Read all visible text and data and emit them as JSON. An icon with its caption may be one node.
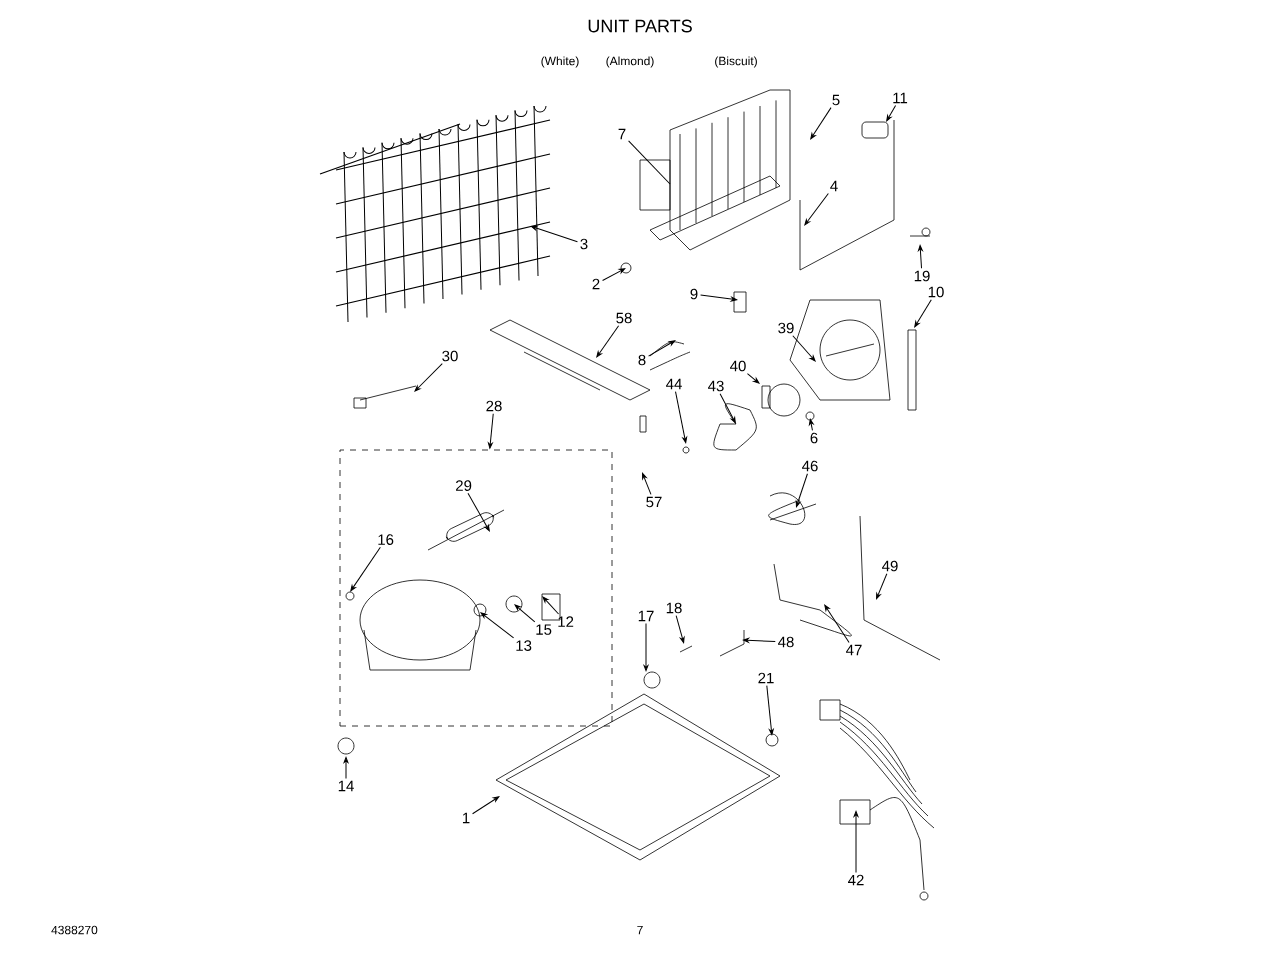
{
  "diagram": {
    "title": "UNIT PARTS",
    "nodes": [
      {
        "text": [
          "7"
        ]
      },
      {
        "text": [
          "5"
        ]
      },
      {
        "text": [
          "11"
        ]
      },
      {
        "text": [
          "4"
        ]
      },
      {
        "text": [
          "3"
        ]
      },
      {
        "text": [
          "2"
        ]
      },
      {
        "text": [
          "9"
        ]
      },
      {
        "text": [
          "19"
        ]
      },
      {
        "text": [
          "10"
        ]
      },
      {
        "text": [
          "58"
        ]
      },
      {
        "text": [
          "39"
        ]
      },
      {
        "text": [
          "8"
        ]
      },
      {
        "text": [
          "40"
        ]
      },
      {
        "text": [
          "43"
        ]
      },
      {
        "text": [
          "44"
        ]
      },
      {
        "text": [
          "30"
        ]
      },
      {
        "text": [
          "6"
        ]
      },
      {
        "text": [
          "28"
        ]
      },
      {
        "text": [],
        "shape": "box"
      },
      {
        "text": [
          "29"
        ],
        "in": 18
      },
      {
        "text": [
          "16"
        ],
        "in": 18
      },
      {
        "text": [
          "46"
        ]
      },
      {
        "text": [
          "57"
        ]
      },
      {
        "text": [
          "12"
        ],
        "in": 18
      },
      {
        "text": [
          "15"
        ],
        "in": 18
      },
      {
        "text": [
          "13"
        ],
        "in": 18
      },
      {
        "text": [
          "17"
        ]
      },
      {
        "text": [
          "18"
        ]
      },
      {
        "text": [
          "48"
        ]
      },
      {
        "text": [
          "47"
        ]
      },
      {
        "text": [
          "49"
        ]
      },
      {
        "text": [
          "21"
        ]
      },
      {
        "text": [
          "14"
        ]
      },
      {
        "text": [
          "1"
        ]
      },
      {
        "text": [
          "42"
        ]
      }
    ],
    "edges": [
      {
        "from": 0,
        "to": null,
        "arrow": "none"
      },
      {
        "from": 1,
        "to": null,
        "arrow": "to"
      },
      {
        "from": 2,
        "to": null,
        "arrow": "to"
      },
      {
        "from": 3,
        "to": null,
        "arrow": "to"
      },
      {
        "from": 4,
        "to": null,
        "arrow": "to"
      },
      {
        "from": 5,
        "to": null,
        "arrow": "to"
      },
      {
        "from": 6,
        "to": null,
        "arrow": "to"
      },
      {
        "from": 7,
        "to": null,
        "arrow": "to"
      },
      {
        "from": 8,
        "to": null,
        "arrow": "to"
      },
      {
        "from": 9,
        "to": null,
        "arrow": "to"
      },
      {
        "from": 10,
        "to": null,
        "arrow": "to"
      },
      {
        "from": 11,
        "to": null,
        "arrow": "to"
      },
      {
        "from": 12,
        "to": null,
        "arrow": "to"
      },
      {
        "from": 13,
        "to": null,
        "arrow": "to"
      },
      {
        "from": 14,
        "to": null,
        "arrow": "to"
      },
      {
        "from": 15,
        "to": null,
        "arrow": "to"
      },
      {
        "from": 16,
        "to": null,
        "arrow": "to"
      },
      {
        "from": 17,
        "to": 18,
        "arrow": "to"
      },
      {
        "from": 19,
        "to": null,
        "arrow": "to"
      },
      {
        "from": 20,
        "to": null,
        "arrow": "to"
      },
      {
        "from": 21,
        "to": null,
        "arrow": "to"
      },
      {
        "from": 22,
        "to": null,
        "arrow": "to"
      },
      {
        "from": 23,
        "to": null,
        "arrow": "to"
      },
      {
        "from": 24,
        "to": null,
        "arrow": "to"
      },
      {
        "from": 25,
        "to": null,
        "arrow": "to"
      },
      {
        "from": 26,
        "to": null,
        "arrow": "to"
      },
      {
        "from": 27,
        "to": null,
        "arrow": "to"
      },
      {
        "from": 28,
        "to": null,
        "arrow": "to"
      },
      {
        "from": 29,
        "to": null,
        "arrow": "to"
      },
      {
        "from": 30,
        "to": null,
        "arrow": "to"
      },
      {
        "from": 31,
        "to": null,
        "arrow": "to"
      },
      {
        "from": 32,
        "to": null,
        "arrow": "to"
      },
      {
        "from": 33,
        "to": null,
        "arrow": "to"
      },
      {
        "from": 34,
        "to": null,
        "arrow": "to"
      }
    ],
    "labels": [
      "(White)",
      "(Almond)",
      "(Biscuit)",
      "4388270",
      "7"
    ]
  }
}
